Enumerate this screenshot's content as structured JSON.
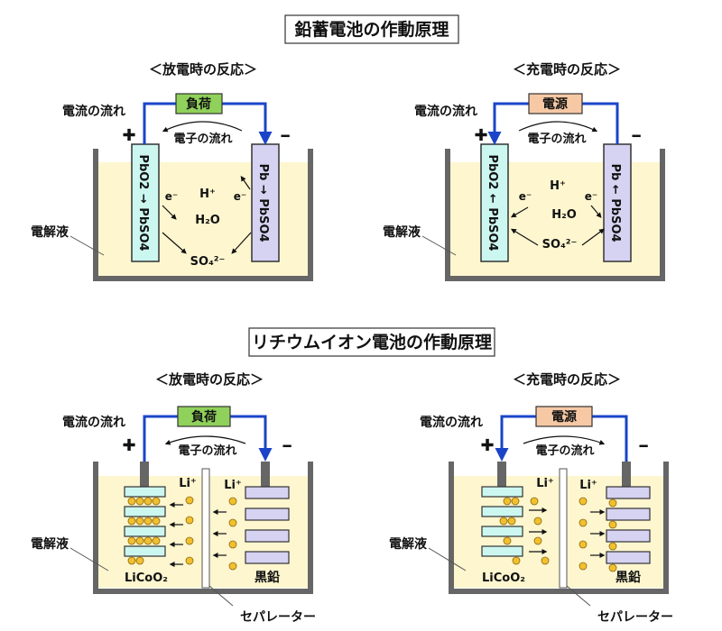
{
  "lead_title": "鉛蓄電池の作動原理",
  "lithium_title": "リチウムイオン電池の作動原理",
  "lead": {
    "discharge": {
      "heading": "＜放電時の反応＞",
      "device": "負荷",
      "current_label": "電流の流れ",
      "electron_label": "電子の流れ",
      "plus": "✚",
      "minus": "━",
      "electrolyte_label": "電解液",
      "left_electrode": "PbO2 → PbSO4",
      "right_electrode": "Pb → PbSO4",
      "e_left": "e⁻",
      "e_right": "e⁻",
      "hplus": "H⁺",
      "water": "H₂O",
      "sulfate": "SO₄²⁻"
    },
    "charge": {
      "heading": "＜充電時の反応＞",
      "device": "電源",
      "current_label": "電流の流れ",
      "electron_label": "電子の流れ",
      "plus": "✚",
      "minus": "━",
      "electrolyte_label": "電解液",
      "left_electrode": "PbO2 ← PbSO4",
      "right_electrode": "Pb ← PbSO4",
      "e_left": "e⁻",
      "e_right": "e⁻",
      "hplus": "H⁺",
      "water": "H₂O",
      "sulfate": "SO₄²⁻"
    }
  },
  "lithium": {
    "discharge": {
      "heading": "＜放電時の反応＞",
      "device": "負荷",
      "current_label": "電流の流れ",
      "electron_label": "電子の流れ",
      "plus": "✚",
      "minus": "━",
      "electrolyte_label": "電解液",
      "liplus_left": "Li⁺",
      "liplus_right": "Li⁺",
      "cathode": "LiCoO₂",
      "anode": "黒鉛",
      "separator": "セパレーター"
    },
    "charge": {
      "heading": "＜充電時の反応＞",
      "device": "電源",
      "current_label": "電流の流れ",
      "electron_label": "電子の流れ",
      "plus": "✚",
      "minus": "━",
      "electrolyte_label": "電解液",
      "liplus_left": "Li⁺",
      "liplus_right": "Li⁺",
      "cathode": "LiCoO₂",
      "anode": "黒鉛",
      "separator": "セパレーター"
    }
  },
  "colors": {
    "electrolyte": "#fdf6cf",
    "cathode": "#ccf7f1",
    "anode": "#d6d2f2",
    "load_box": "#8fd15a",
    "source_box": "#f6c8a4",
    "wire": "#1a44c8",
    "vessel": "#666666",
    "li_ion": "#f2c02e"
  }
}
